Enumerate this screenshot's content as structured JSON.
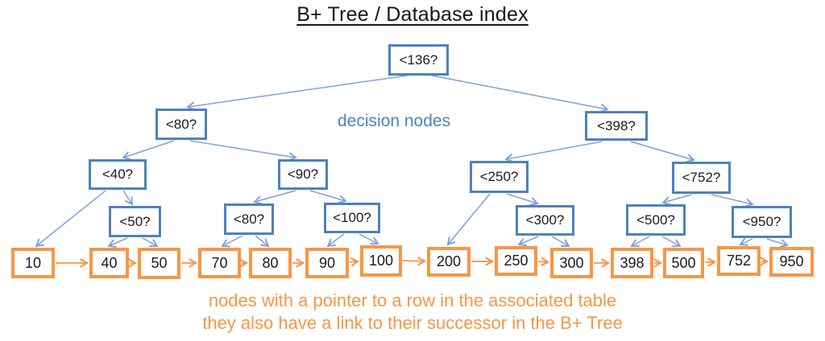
{
  "title": "B+ Tree / Database index",
  "labels": {
    "decision_nodes_caption": "decision nodes",
    "leaf_note_line1": "nodes with a pointer to a row in the associated table",
    "leaf_note_line2": "they also have a link to their successor in the B+ Tree"
  },
  "colors": {
    "decision_border": "#4f81bd",
    "blue_connector": "#7da2d9",
    "leaf_border": "#f79646",
    "orange_text": "#f79646",
    "caption_text": "#4f81bd"
  },
  "tree": {
    "decision_nodes": [
      {
        "label": "<136?"
      },
      {
        "label": "<80?"
      },
      {
        "label": "<398?"
      },
      {
        "label": "<40?"
      },
      {
        "label": "<90?"
      },
      {
        "label": "<250?"
      },
      {
        "label": "<752?"
      },
      {
        "label": "<50?"
      },
      {
        "label": "<80?"
      },
      {
        "label": "<100?"
      },
      {
        "label": "<300?"
      },
      {
        "label": "<500?"
      },
      {
        "label": "<950?"
      }
    ],
    "leaf_nodes": [
      {
        "label": "10"
      },
      {
        "label": "40"
      },
      {
        "label": "50"
      },
      {
        "label": "70"
      },
      {
        "label": "80"
      },
      {
        "label": "90"
      },
      {
        "label": "100"
      },
      {
        "label": "200"
      },
      {
        "label": "250"
      },
      {
        "label": "300"
      },
      {
        "label": "398"
      },
      {
        "label": "500"
      },
      {
        "label": "752"
      },
      {
        "label": "950"
      }
    ]
  }
}
